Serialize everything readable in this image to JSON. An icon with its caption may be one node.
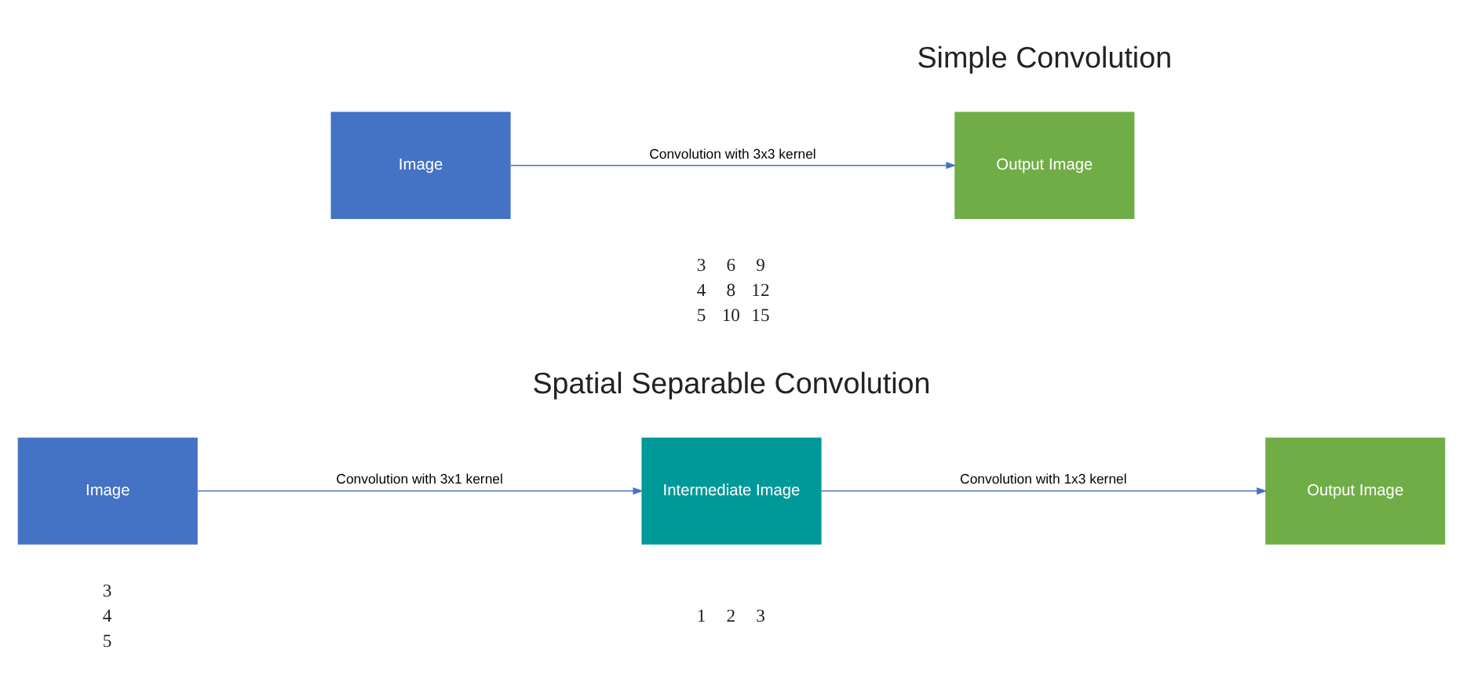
{
  "diagram": {
    "nodes": [
      {
        "text": [
          "Image"
        ]
      },
      {
        "text": [
          "Output Image"
        ]
      },
      {
        "text": [
          "Image"
        ]
      },
      {
        "text": [
          "Intermediate Image"
        ]
      },
      {
        "text": [
          "Output Image"
        ]
      }
    ],
    "edges": [
      {
        "from": 0,
        "to": 1,
        "arrow": "to",
        "label": "Convolution with 3x3 kernel"
      },
      {
        "from": 2,
        "to": 3,
        "arrow": "to",
        "label": "Convolution with 3x1 kernel"
      },
      {
        "from": 3,
        "to": 4,
        "arrow": "to",
        "label": "Convolution with 1x3 kernel"
      }
    ],
    "labels": [
      "Simple Convolution",
      "3 6 9",
      "4 8 12",
      "5 10 15",
      "Spatial Separable Convolution",
      "3",
      "4",
      "5",
      "1 2 3"
    ]
  }
}
